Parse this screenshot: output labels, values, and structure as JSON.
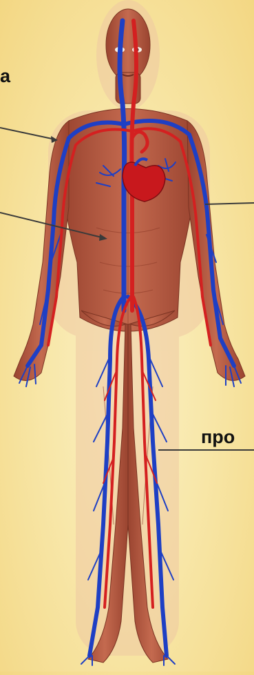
{
  "labels": {
    "fragment_left": "а",
    "fragment_right": "про"
  },
  "colors": {
    "background": "#f8e7a9",
    "skin": "#b5573f",
    "artery": "#d42020",
    "vein": "#1e3fc4",
    "heart": "#c8181d",
    "pointer_line": "#3a3a3a"
  },
  "illustration": "human-circulatory-system"
}
